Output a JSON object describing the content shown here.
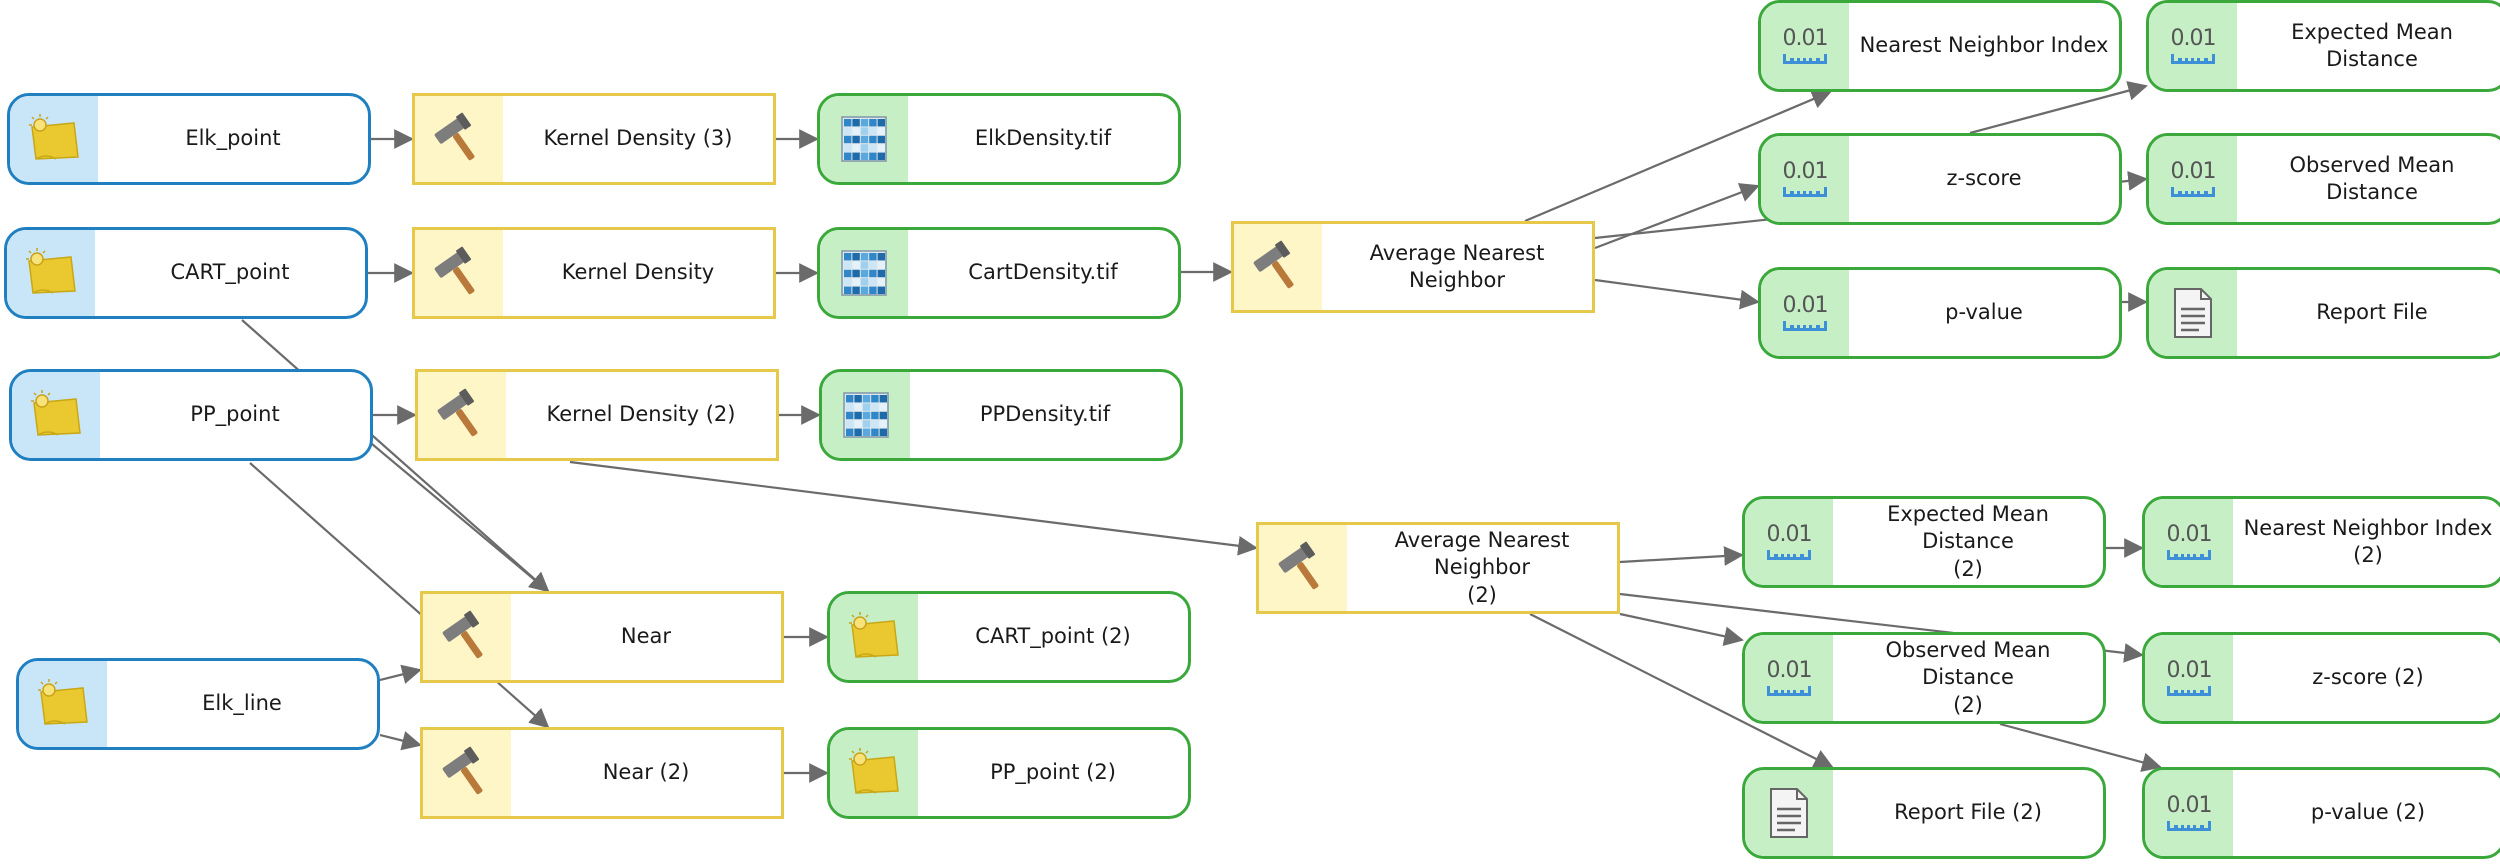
{
  "diagram": {
    "nodes": [
      {
        "id": "elk_point",
        "label": "Elk_point",
        "kind": "input",
        "icon": "feature-class-icon"
      },
      {
        "id": "cart_point",
        "label": "CART_point",
        "kind": "input",
        "icon": "feature-class-icon"
      },
      {
        "id": "pp_point",
        "label": "PP_point",
        "kind": "input",
        "icon": "feature-class-icon"
      },
      {
        "id": "elk_line",
        "label": "Elk_line",
        "kind": "input",
        "icon": "feature-class-icon"
      },
      {
        "id": "kd3",
        "label": "Kernel Density (3)",
        "kind": "tool",
        "icon": "hammer-icon"
      },
      {
        "id": "kd",
        "label": "Kernel Density",
        "kind": "tool",
        "icon": "hammer-icon"
      },
      {
        "id": "kd2",
        "label": "Kernel Density (2)",
        "kind": "tool",
        "icon": "hammer-icon"
      },
      {
        "id": "near",
        "label": "Near",
        "kind": "tool",
        "icon": "hammer-icon"
      },
      {
        "id": "near2",
        "label": "Near (2)",
        "kind": "tool",
        "icon": "hammer-icon"
      },
      {
        "id": "elkdens",
        "label": "ElkDensity.tif",
        "kind": "output",
        "icon": "raster-icon"
      },
      {
        "id": "cartdens",
        "label": "CartDensity.tif",
        "kind": "output",
        "icon": "raster-icon"
      },
      {
        "id": "ppdens",
        "label": "PPDensity.tif",
        "kind": "output",
        "icon": "raster-icon"
      },
      {
        "id": "cart2",
        "label": "CART_point (2)",
        "kind": "output",
        "icon": "feature-class-icon"
      },
      {
        "id": "pp2",
        "label": "PP_point (2)",
        "kind": "output",
        "icon": "feature-class-icon"
      },
      {
        "id": "ann",
        "label": "Average Nearest Neighbor",
        "kind": "tool",
        "icon": "hammer-icon"
      },
      {
        "id": "ann2",
        "label": "Average Nearest Neighbor\n(2)",
        "kind": "tool",
        "icon": "hammer-icon"
      },
      {
        "id": "nni",
        "label": "Nearest Neighbor Index",
        "kind": "output",
        "icon": "number-icon",
        "value": "0.01"
      },
      {
        "id": "zs",
        "label": "z-score",
        "kind": "output",
        "icon": "number-icon",
        "value": "0.01"
      },
      {
        "id": "pv",
        "label": "p-value",
        "kind": "output",
        "icon": "number-icon",
        "value": "0.01"
      },
      {
        "id": "emd",
        "label": "Expected Mean Distance",
        "kind": "output",
        "icon": "number-icon",
        "value": "0.01"
      },
      {
        "id": "omd",
        "label": "Observed Mean Distance",
        "kind": "output",
        "icon": "number-icon",
        "value": "0.01"
      },
      {
        "id": "rep",
        "label": "Report File",
        "kind": "output",
        "icon": "report-icon"
      },
      {
        "id": "emd2",
        "label": "Expected Mean Distance\n(2)",
        "kind": "output",
        "icon": "number-icon",
        "value": "0.01"
      },
      {
        "id": "nni2",
        "label": "Nearest Neighbor Index\n(2)",
        "kind": "output",
        "icon": "number-icon",
        "value": "0.01"
      },
      {
        "id": "omd2",
        "label": "Observed Mean Distance\n(2)",
        "kind": "output",
        "icon": "number-icon",
        "value": "0.01"
      },
      {
        "id": "zs2",
        "label": "z-score (2)",
        "kind": "output",
        "icon": "number-icon",
        "value": "0.01"
      },
      {
        "id": "rep2",
        "label": "Report File (2)",
        "kind": "output",
        "icon": "report-icon"
      },
      {
        "id": "pv2",
        "label": "p-value (2)",
        "kind": "output",
        "icon": "number-icon",
        "value": "0.01"
      }
    ],
    "edges": [
      {
        "from": "elk_point",
        "to": "kd3"
      },
      {
        "from": "kd3",
        "to": "elkdens"
      },
      {
        "from": "cart_point",
        "to": "kd"
      },
      {
        "from": "kd",
        "to": "cartdens"
      },
      {
        "from": "pp_point",
        "to": "kd2"
      },
      {
        "from": "kd2",
        "to": "ppdens"
      },
      {
        "from": "cart_point",
        "to": "near"
      },
      {
        "from": "pp_point",
        "to": "near"
      },
      {
        "from": "pp_point",
        "to": "near2"
      },
      {
        "from": "elk_line",
        "to": "near"
      },
      {
        "from": "elk_line",
        "to": "near2"
      },
      {
        "from": "near",
        "to": "cart2"
      },
      {
        "from": "near2",
        "to": "pp2"
      },
      {
        "from": "cartdens",
        "to": "ann"
      },
      {
        "from": "ann",
        "to": "nni"
      },
      {
        "from": "ann",
        "to": "zs"
      },
      {
        "from": "ann",
        "to": "pv"
      },
      {
        "from": "ann",
        "to": "emd"
      },
      {
        "from": "ann",
        "to": "omd"
      },
      {
        "from": "ann",
        "to": "rep"
      },
      {
        "from": "pp_point",
        "to": "ann2"
      },
      {
        "from": "ann2",
        "to": "emd2"
      },
      {
        "from": "ann2",
        "to": "nni2"
      },
      {
        "from": "ann2",
        "to": "omd2"
      },
      {
        "from": "ann2",
        "to": "zs2"
      },
      {
        "from": "ann2",
        "to": "rep2"
      },
      {
        "from": "ann2",
        "to": "pv2"
      }
    ]
  }
}
